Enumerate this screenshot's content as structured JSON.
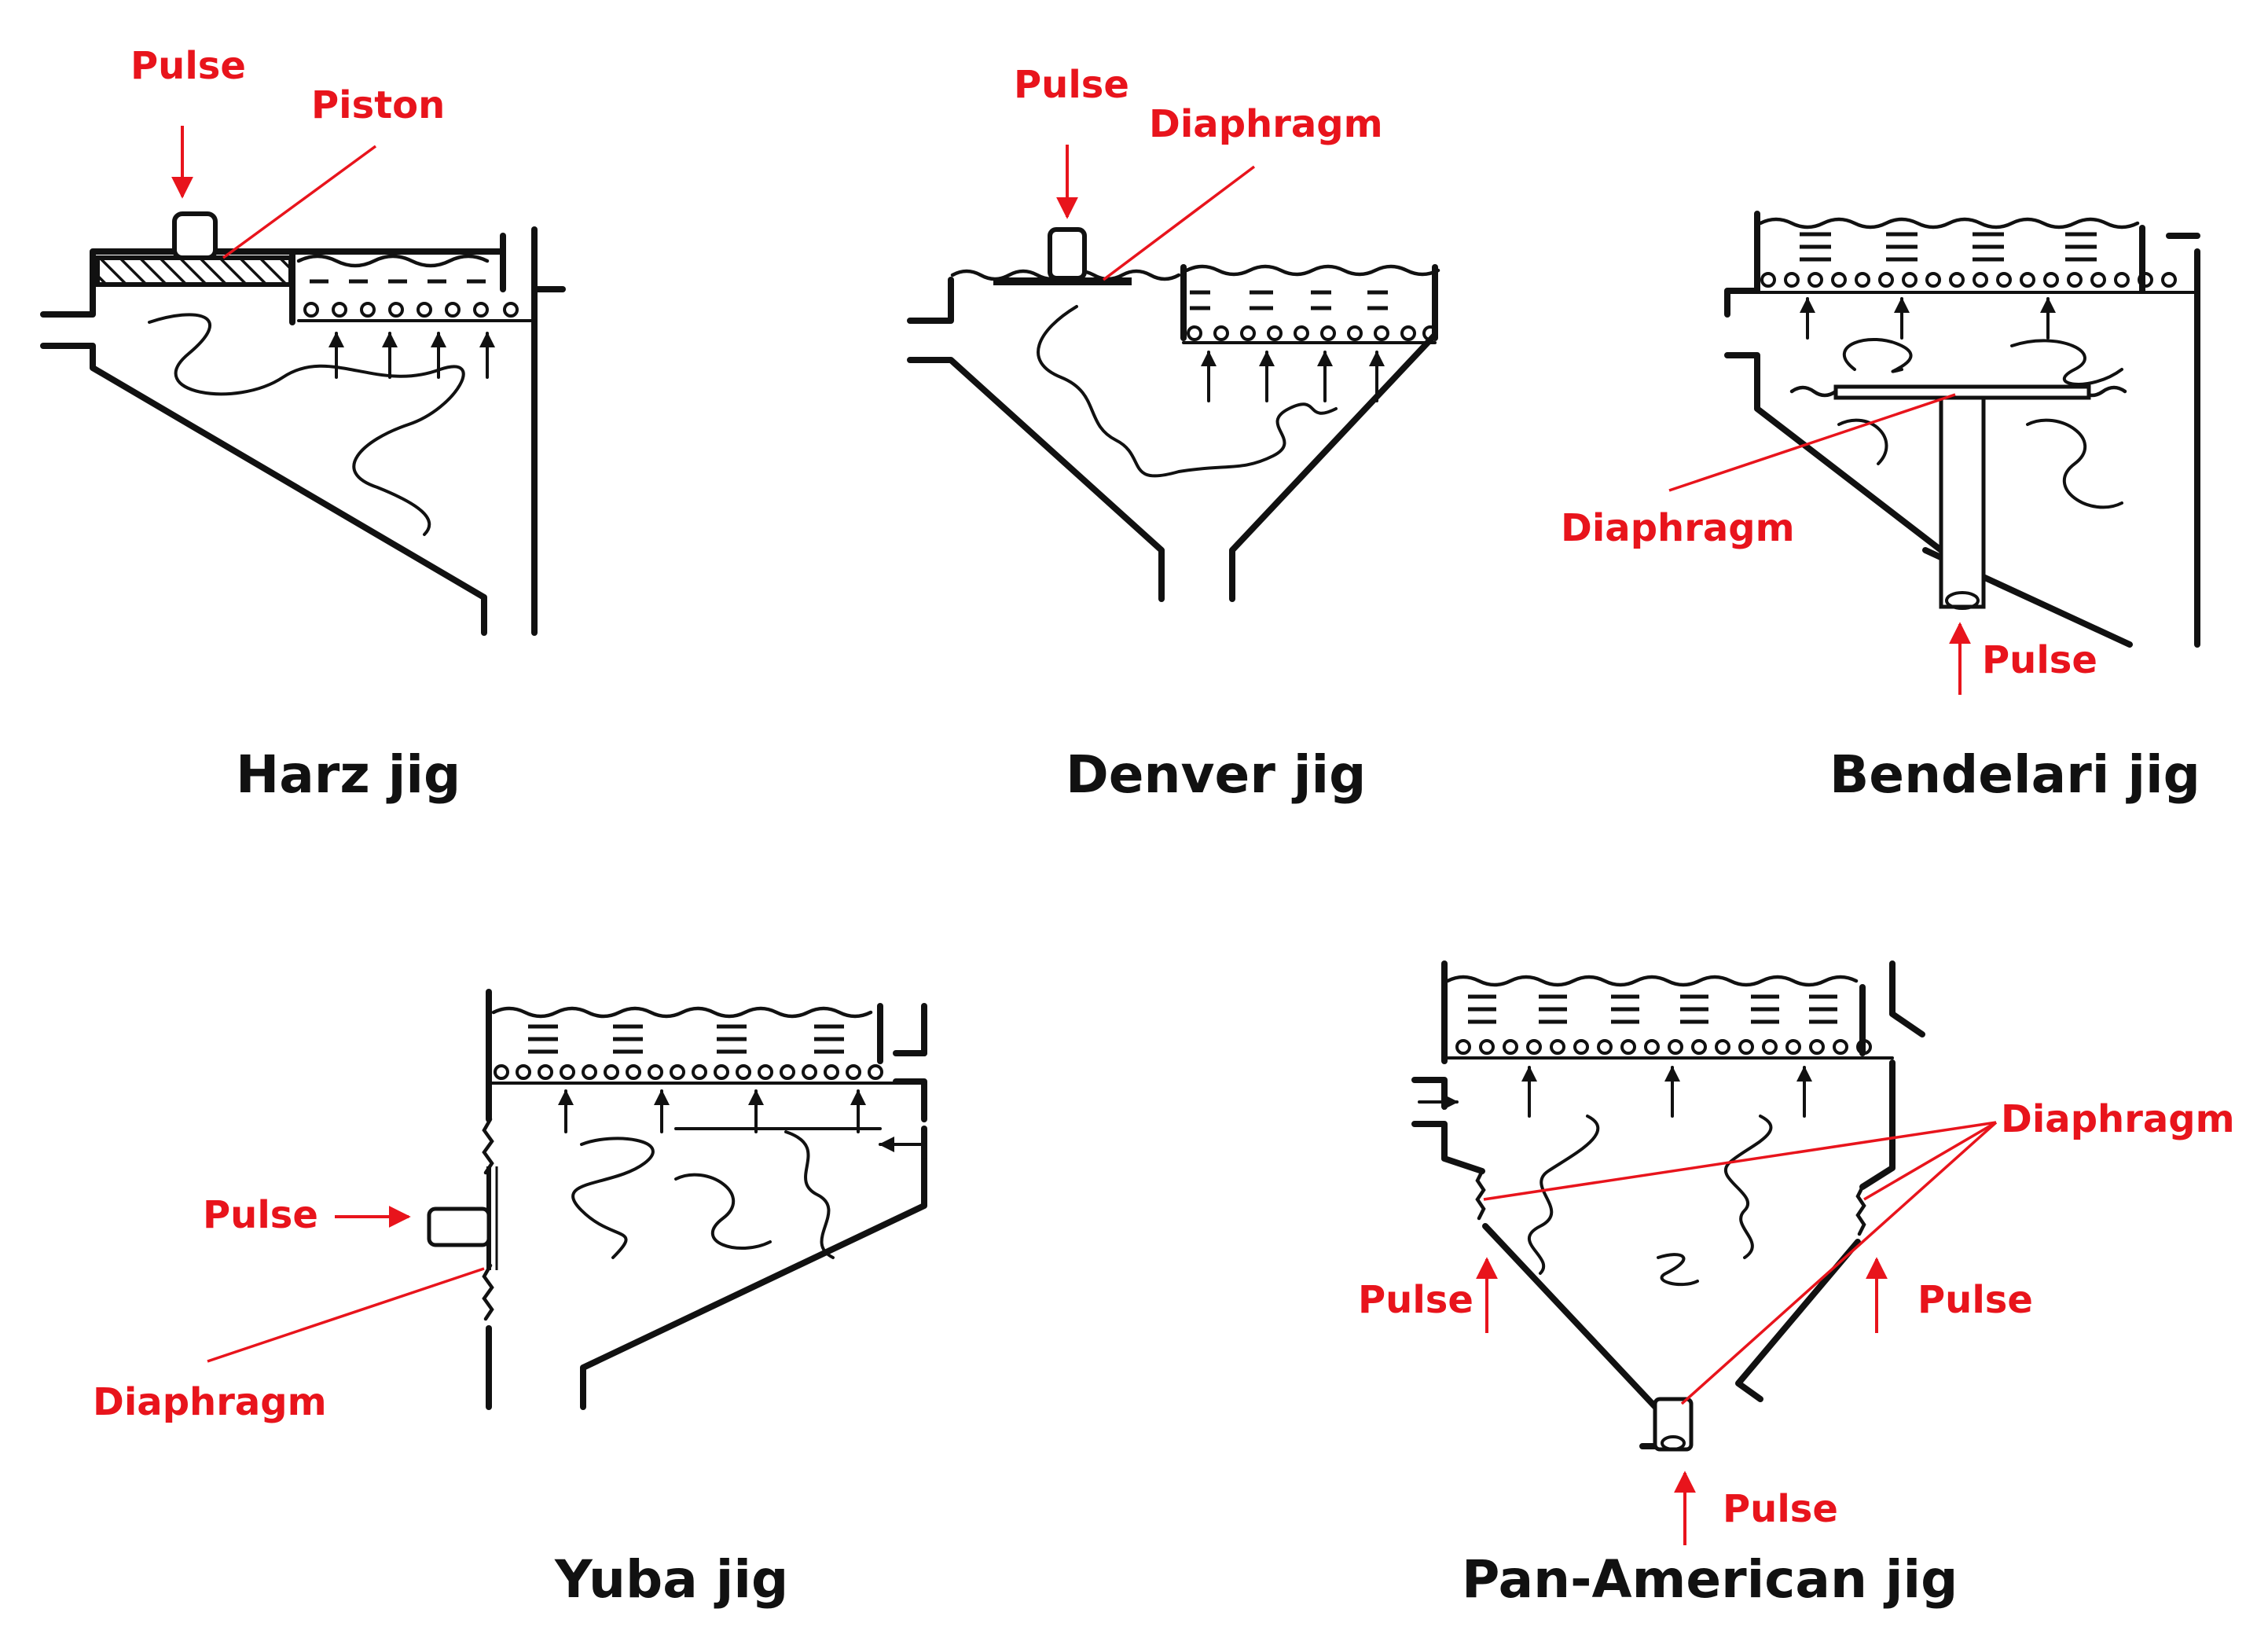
{
  "diagrams": [
    {
      "caption": "Harz jig",
      "labels": {
        "pulse": "Pulse",
        "mechanism": "Piston"
      }
    },
    {
      "caption": "Denver jig",
      "labels": {
        "pulse": "Pulse",
        "mechanism": "Diaphragm"
      }
    },
    {
      "caption": "Bendelari jig",
      "labels": {
        "pulse": "Pulse",
        "mechanism": "Diaphragm"
      }
    },
    {
      "caption": "Yuba jig",
      "labels": {
        "pulse": "Pulse",
        "mechanism": "Diaphragm"
      }
    },
    {
      "caption": "Pan-American jig",
      "labels": {
        "pulse_left": "Pulse",
        "pulse_right": "Pulse",
        "pulse_bottom": "Pulse",
        "mechanism": "Diaphragm"
      }
    }
  ],
  "colors": {
    "annotation": "#e8141c",
    "caption": "#111111",
    "linework": "#111111"
  }
}
